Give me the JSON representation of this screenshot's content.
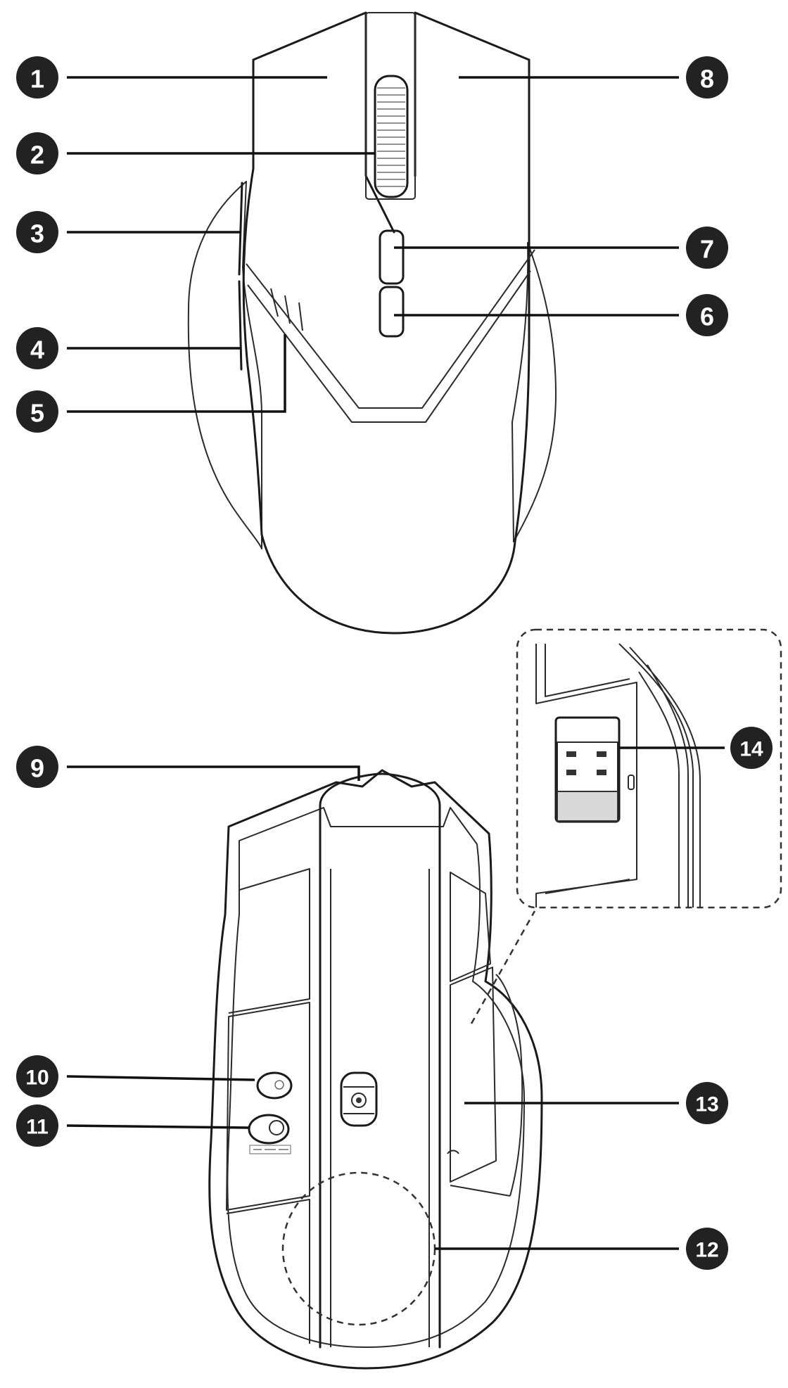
{
  "callouts": [
    {
      "id": "1",
      "label": "1"
    },
    {
      "id": "2",
      "label": "2"
    },
    {
      "id": "3",
      "label": "3"
    },
    {
      "id": "4",
      "label": "4"
    },
    {
      "id": "5",
      "label": "5"
    },
    {
      "id": "6",
      "label": "6"
    },
    {
      "id": "7",
      "label": "7"
    },
    {
      "id": "8",
      "label": "8"
    },
    {
      "id": "9",
      "label": "9"
    },
    {
      "id": "10",
      "label": "10"
    },
    {
      "id": "11",
      "label": "11"
    },
    {
      "id": "12",
      "label": "12"
    },
    {
      "id": "13",
      "label": "13"
    },
    {
      "id": "14",
      "label": "14"
    }
  ],
  "colors": {
    "line": "#1a1a1a",
    "badge": "#222222",
    "background": "#ffffff"
  }
}
